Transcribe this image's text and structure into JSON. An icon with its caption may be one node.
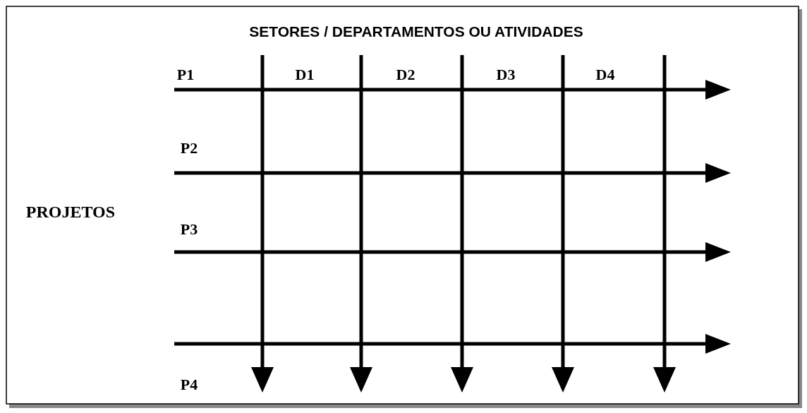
{
  "diagram": {
    "title": "SETORES / DEPARTAMENTOS OU ATIVIDADES",
    "labels": [
      "P1",
      "D1",
      "D2",
      "D3",
      "D4",
      "P2",
      "PROJETOS",
      "P3",
      "P4"
    ]
  }
}
